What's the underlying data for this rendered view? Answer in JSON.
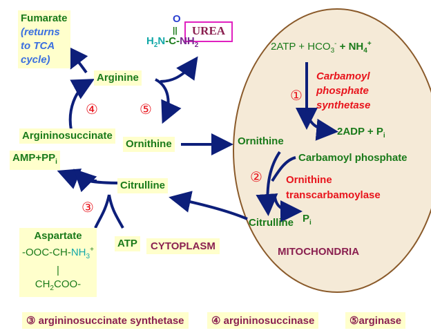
{
  "metabolites": {
    "fumarate": [
      "Fumarate",
      "(returns",
      "to TCA",
      "cycle)"
    ],
    "arginine": "Arginine",
    "argininosuccinate": "Argininosuccinate",
    "amp_ppi": "AMP+PP",
    "amp_ppi_sub": "i",
    "citrulline_cyto": "Citrulline",
    "ornithine_cyto": "Ornithine",
    "aspartate": "Aspartate",
    "aspartate_formula_1": "-OOC-CH-",
    "aspartate_nh3": "NH",
    "aspartate_nh3_sub": "3",
    "aspartate_nh3_sup": "+",
    "aspartate_bar": "|",
    "aspartate_formula_2": "CH",
    "aspartate_formula_2_sub": "2",
    "aspartate_formula_2_tail": "COO-",
    "atp": "ATP",
    "ornithine_mito": "Ornithine",
    "citrulline_mito": "Citrulline",
    "pi_mito": "P",
    "pi_mito_sub": "i",
    "carbamoyl_phosphate": "Carbamoyl phosphate",
    "adp_pi": "2ADP + P",
    "adp_pi_sub": "i",
    "input_1": "2ATP + H",
    "input_co3": "CO",
    "input_co3_sub": "3",
    "input_co3_sup": "-",
    "input_plus": " + ",
    "input_nh4": "NH",
    "input_nh4_sub": "4",
    "input_nh4_sup": "+"
  },
  "urea": {
    "label": "UREA",
    "o": "O",
    "bar": "||",
    "h2n": "H",
    "h2n_sub": "2",
    "h2n_n": "N",
    "mid": "-C-",
    "nh2": "NH",
    "nh2_sub": "2"
  },
  "enzymes": {
    "e1": [
      "Carbamoyl",
      "phosphate",
      "synthetase"
    ],
    "e2": [
      "Ornithine",
      "transcarbamoylase"
    ]
  },
  "steps": {
    "s1": "①",
    "s2": "②",
    "s3": "③",
    "s4": "④",
    "s5": "⑤"
  },
  "compartments": {
    "cytoplasm": "CYTOPLASM",
    "mitochondria": "MITOCHONDRIA"
  },
  "legend": {
    "l3": "③ argininosuccinate synthetase",
    "l4": "④ argininosuccinase",
    "l5": "⑤arginase"
  },
  "colors": {
    "metabolite_green": "#1a7a1a",
    "enzyme_red": "#e8141c",
    "arrow_navy": "#0d1f7a",
    "label_bg": "#ffffcc",
    "mito_fill": "#f5ead7",
    "mito_border": "#8a5a2a",
    "compartment_maroon": "#8a2050",
    "urea_border": "#e020c0",
    "fumarate_note_blue": "#3a6fe0",
    "nitrogen_cyan": "#13a8a8"
  }
}
